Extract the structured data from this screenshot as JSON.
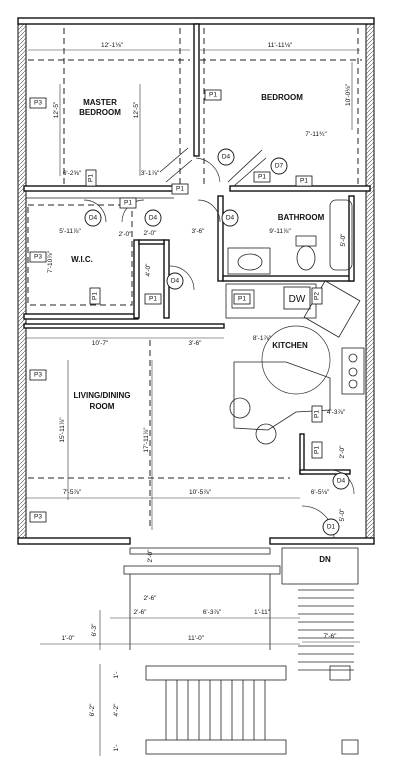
{
  "rooms": {
    "master_bedroom": [
      "MASTER",
      "BEDROOM"
    ],
    "bedroom": "BEDROOM",
    "bathroom": "BATHROOM",
    "wic": "W.I.C.",
    "kitchen": "KITCHEN",
    "living": [
      "LIVING/DINING",
      "ROOM"
    ],
    "dn": "DN",
    "dw": "DW"
  },
  "dims": {
    "mb_width": "12'-1⅛\"",
    "br_width": "11'-11⅛\"",
    "mb_depth_a": "12'-5\"",
    "mb_depth_b": "12'-5\"",
    "br_depth": "10'-0⅛\"",
    "br_closet": "7'-11¾\"",
    "hall_a": "6'-2⅝\"",
    "hall_b": "3'-1⅞\"",
    "hall_c": "2'-0\"",
    "wic_a": "5'-11⅞\"",
    "wic_b": "2'-0\"",
    "wic_c": "3'-6\"",
    "bath_w": "9'-11⅞\"",
    "bath_d": "5'-0\"",
    "wic_depth": "7'-10⅞\"",
    "wic_d2": "4'-0\"",
    "living_w1": "10'-7\"",
    "living_w2": "3'-6\"",
    "kitchen_w": "8'-1⅞\"",
    "living_d1": "15'-11⅞\"",
    "living_d2": "17'-11⅞\"",
    "kit_d": "4'-3⅞\"",
    "kit_small": "2'-0\"",
    "dining_a": "7'-5⅞\"",
    "dining_b": "10'-5⅞\"",
    "dining_c": "6'-5⅛\"",
    "entry_d": "5'-0\"",
    "bal_a": "2'-0\"",
    "bal_b": "2'-6\"",
    "bal_c": "6'-3⅞\"",
    "bal_d": "1'-11\"",
    "bal_e": "6'-3\"",
    "bal_f": "1'-0\"",
    "bal_g": "11'-0\"",
    "bal_h": "7'-6\"",
    "stair_a": "1'-",
    "stair_b": "4'-2\"",
    "stair_c": "6'-2\"",
    "stair_d": "1'-"
  },
  "tags": {
    "p1": "P1",
    "p2": "P2",
    "p3": "P3",
    "d1": "D1",
    "d4": "D4",
    "d7": "D7"
  }
}
